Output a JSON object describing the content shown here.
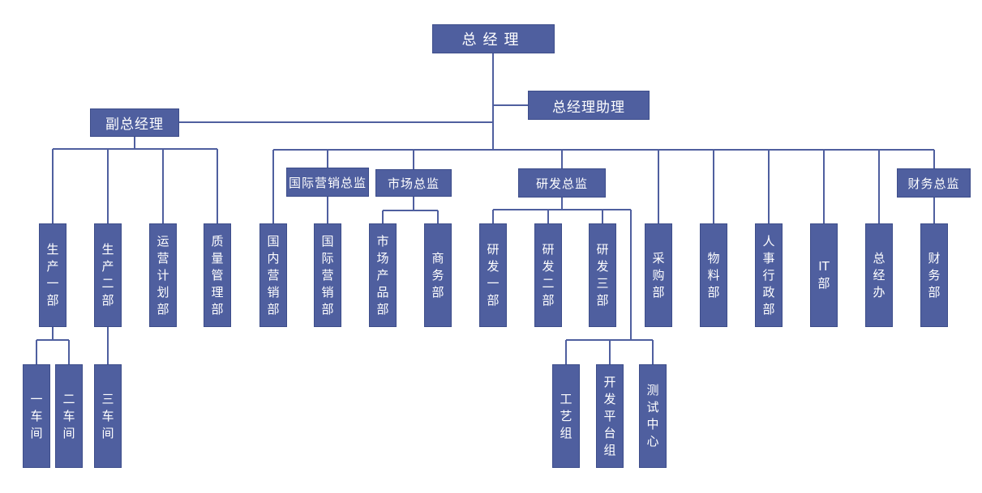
{
  "nodes": {
    "gm": "总经理",
    "gm_assistant": "总经理助理",
    "deputy_gm": "副总经理",
    "production_1": "生产一部",
    "production_2": "生产二部",
    "ops_planning": "运营计划部",
    "quality": "质量管理部",
    "workshop_1": "一车间",
    "workshop_2": "二车间",
    "workshop_3": "三车间",
    "intl_sales_director": "国际营销总监",
    "market_director": "市场总监",
    "rd_director": "研发总监",
    "finance_director": "财务总监",
    "domestic_sales": "国内营销部",
    "intl_sales": "国际营销部",
    "market_products": "市场产品部",
    "commerce": "商务部",
    "rd_1": "研发一部",
    "rd_2": "研发二部",
    "rd_3": "研发三部",
    "process_group": "工艺组",
    "dev_platform": "开发平台组",
    "test_center": "测试中心",
    "purchasing": "采购部",
    "materials": "物料部",
    "hr_admin": "人事行政部",
    "it": "IT部",
    "gm_office": "总经办",
    "finance": "财务部"
  },
  "colors": {
    "box": "#4f5f9f",
    "line": "#4f5f9f",
    "text": "#ffffff"
  }
}
